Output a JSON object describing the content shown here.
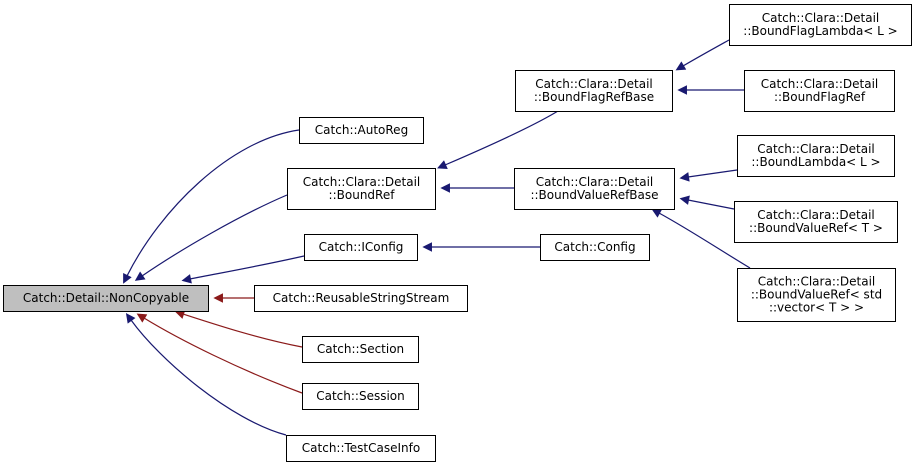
{
  "colors": {
    "inheritance_edge": "#191970",
    "usage_edge": "#8b1a1a",
    "root_fill": "#bfbfbf",
    "node_fill": "#ffffff"
  },
  "nodes": {
    "noncopyable": [
      "Catch::Detail::NonCopyable"
    ],
    "autoreg": [
      "Catch::AutoReg"
    ],
    "boundref": [
      "Catch::Clara::Detail",
      "::BoundRef"
    ],
    "iconfig": [
      "Catch::IConfig"
    ],
    "reusable_string_stream": [
      "Catch::ReusableStringStream"
    ],
    "section": [
      "Catch::Section"
    ],
    "session": [
      "Catch::Session"
    ],
    "test_case_info": [
      "Catch::TestCaseInfo"
    ],
    "bound_flag_ref_base": [
      "Catch::Clara::Detail",
      "::BoundFlagRefBase"
    ],
    "bound_value_ref_base": [
      "Catch::Clara::Detail",
      "::BoundValueRefBase"
    ],
    "config": [
      "Catch::Config"
    ],
    "bound_flag_lambda": [
      "Catch::Clara::Detail",
      "::BoundFlagLambda< L >"
    ],
    "bound_flag_ref": [
      "Catch::Clara::Detail",
      "::BoundFlagRef"
    ],
    "bound_lambda": [
      "Catch::Clara::Detail",
      "::BoundLambda< L >"
    ],
    "bound_value_ref": [
      "Catch::Clara::Detail",
      "::BoundValueRef< T >"
    ],
    "bound_value_ref_vector": [
      "Catch::Clara::Detail",
      "::BoundValueRef< std",
      "::vector< T > >"
    ]
  },
  "edges": [
    {
      "from": "noncopyable",
      "to": "autoreg",
      "kind": "inheritance"
    },
    {
      "from": "noncopyable",
      "to": "boundref",
      "kind": "inheritance"
    },
    {
      "from": "noncopyable",
      "to": "iconfig",
      "kind": "inheritance"
    },
    {
      "from": "noncopyable",
      "to": "reusable_string_stream",
      "kind": "usage"
    },
    {
      "from": "noncopyable",
      "to": "section",
      "kind": "usage"
    },
    {
      "from": "noncopyable",
      "to": "session",
      "kind": "usage"
    },
    {
      "from": "noncopyable",
      "to": "test_case_info",
      "kind": "inheritance"
    },
    {
      "from": "boundref",
      "to": "bound_flag_ref_base",
      "kind": "inheritance"
    },
    {
      "from": "boundref",
      "to": "bound_value_ref_base",
      "kind": "inheritance"
    },
    {
      "from": "iconfig",
      "to": "config",
      "kind": "inheritance"
    },
    {
      "from": "bound_flag_ref_base",
      "to": "bound_flag_lambda",
      "kind": "inheritance"
    },
    {
      "from": "bound_flag_ref_base",
      "to": "bound_flag_ref",
      "kind": "inheritance"
    },
    {
      "from": "bound_value_ref_base",
      "to": "bound_lambda",
      "kind": "inheritance"
    },
    {
      "from": "bound_value_ref_base",
      "to": "bound_value_ref",
      "kind": "inheritance"
    },
    {
      "from": "bound_value_ref_base",
      "to": "bound_value_ref_vector",
      "kind": "inheritance"
    }
  ]
}
